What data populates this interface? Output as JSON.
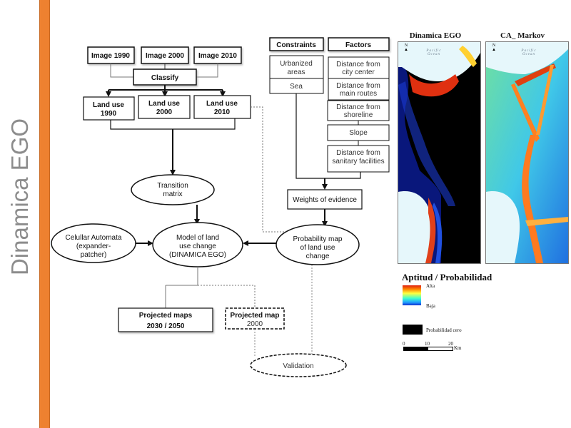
{
  "slide": {
    "side_title": "Dinamica EGO",
    "accent_color": "#ee8130"
  },
  "flowchart": {
    "images": [
      "Image 1990",
      "Image 2000",
      "Image 2010"
    ],
    "classify": "Classify",
    "land_use": [
      {
        "line1": "Land use",
        "line2": "1990"
      },
      {
        "line1": "Land use",
        "line2": "2000"
      },
      {
        "line1": "Land use",
        "line2": "2010"
      }
    ],
    "constraints": {
      "header": "Constraints",
      "items": [
        {
          "line1": "Urbanized",
          "line2": "areas"
        },
        {
          "line1": "Sea",
          "line2": ""
        }
      ]
    },
    "factors": {
      "header": "Factors",
      "items": [
        {
          "line1": "Distance from",
          "line2": "city  center"
        },
        {
          "line1": "Distance from",
          "line2": "main routes"
        },
        {
          "line1": "Distance from",
          "line2": "shoreline"
        },
        {
          "line1": "Slope",
          "line2": ""
        },
        {
          "line1": "Distance from",
          "line2": "sanitary facilities"
        }
      ]
    },
    "weights_of_evidence": "Weights of evidence",
    "transition_matrix": {
      "line1": "Transition",
      "line2": "matrix"
    },
    "cellular_automata": {
      "line1": "Celullar Automata",
      "line2": "(expander-",
      "line3": "patcher)"
    },
    "model": {
      "line1": "Model of land",
      "line2": "use change",
      "line3": "(DINAMICA EGO)"
    },
    "probability_map": {
      "line1": "Probability map",
      "line2": "of land use",
      "line3": "change"
    },
    "projected_maps": {
      "line1": "Projected maps",
      "line2": "2030 / 2050"
    },
    "projected_map_2000": {
      "line1": "Projected map",
      "line2": "2000"
    },
    "validation": "Validation"
  },
  "maps": {
    "left_title": "Dinamica EGO",
    "right_title": "CA_ Markov",
    "north_label": "N",
    "ocean_label": "Pacific Ocean"
  },
  "legend": {
    "title": "Aptitud / Probabilidad",
    "high": "Alta",
    "low": "Baja",
    "zero": "Probabilidad cero",
    "scale_ticks": [
      "0",
      "10",
      "20"
    ],
    "scale_unit": "Km"
  }
}
